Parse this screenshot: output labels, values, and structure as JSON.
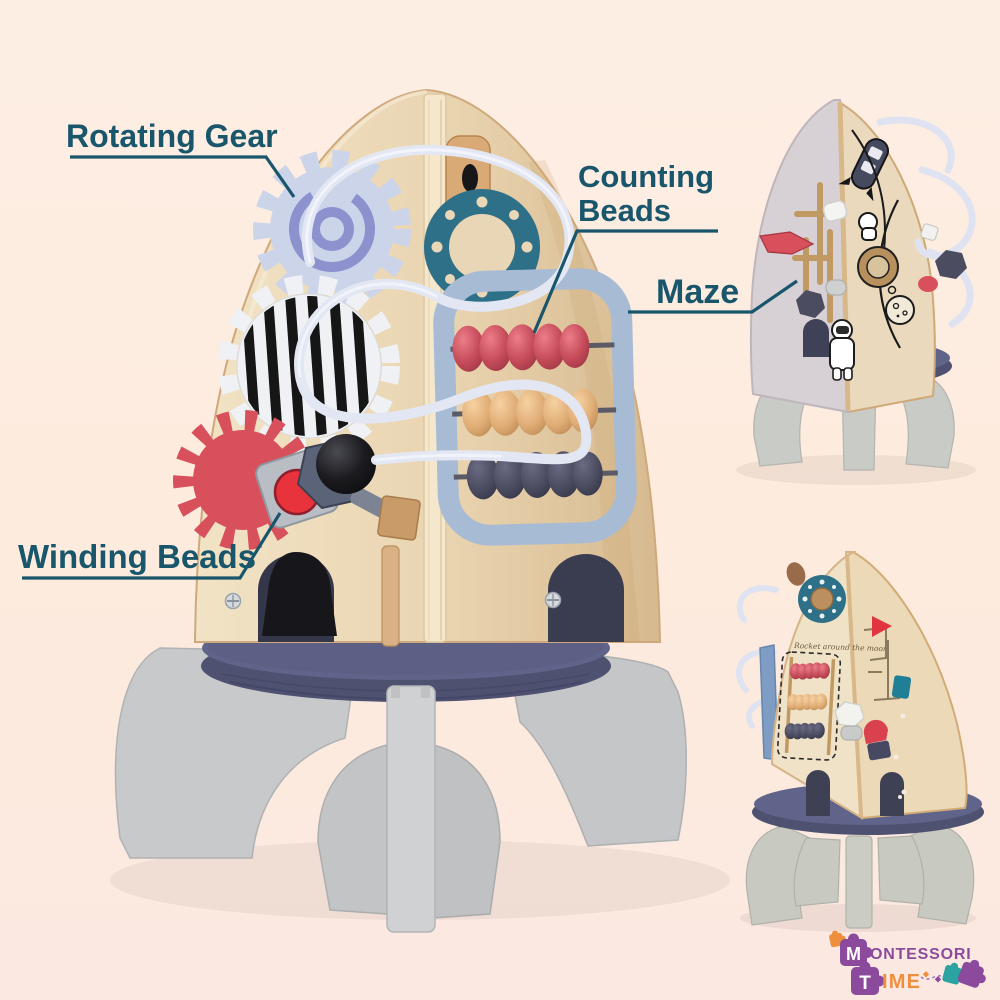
{
  "callouts": {
    "color": "#19566b",
    "rotating_gear": "Rotating Gear",
    "counting_beads_line1": "Counting",
    "counting_beads_line2": "Beads",
    "maze": "Maze",
    "winding_beads": "Winding Beads"
  },
  "toy": {
    "back_panel_script": "Rocket around the moon",
    "parts": [
      "rotating-gear",
      "striped-gear",
      "winding-gear",
      "counting-abacus",
      "bead-maze-wire",
      "porthole",
      "maze-panel",
      "base-platform",
      "rocket-legs"
    ]
  },
  "logo": {
    "monogram_1": "M",
    "word_1": "ONTESSORI",
    "monogram_2": "T",
    "word_2": "IME",
    "purple": "#8b4a9c",
    "orange": "#ef8f3e",
    "teal": "#2aa3a2"
  },
  "palette": {
    "wood": "#e9d4b0",
    "wood_edge": "#cfa97c",
    "porthole_teal": "#2f7089",
    "gear_lavender": "#ccd4e9",
    "gear_ring_purple": "#8d92cf",
    "gear_red": "#d8505c",
    "stripe_black": "#161616",
    "abacus_frame": "#a7bbd4",
    "bead_red": "#c54b59",
    "bead_tan": "#e3b17c",
    "bead_navy": "#4b4c60",
    "wire": "#e3e7f3",
    "base_purple": "#5f6284",
    "leg_gray": "#c7c9cb"
  }
}
